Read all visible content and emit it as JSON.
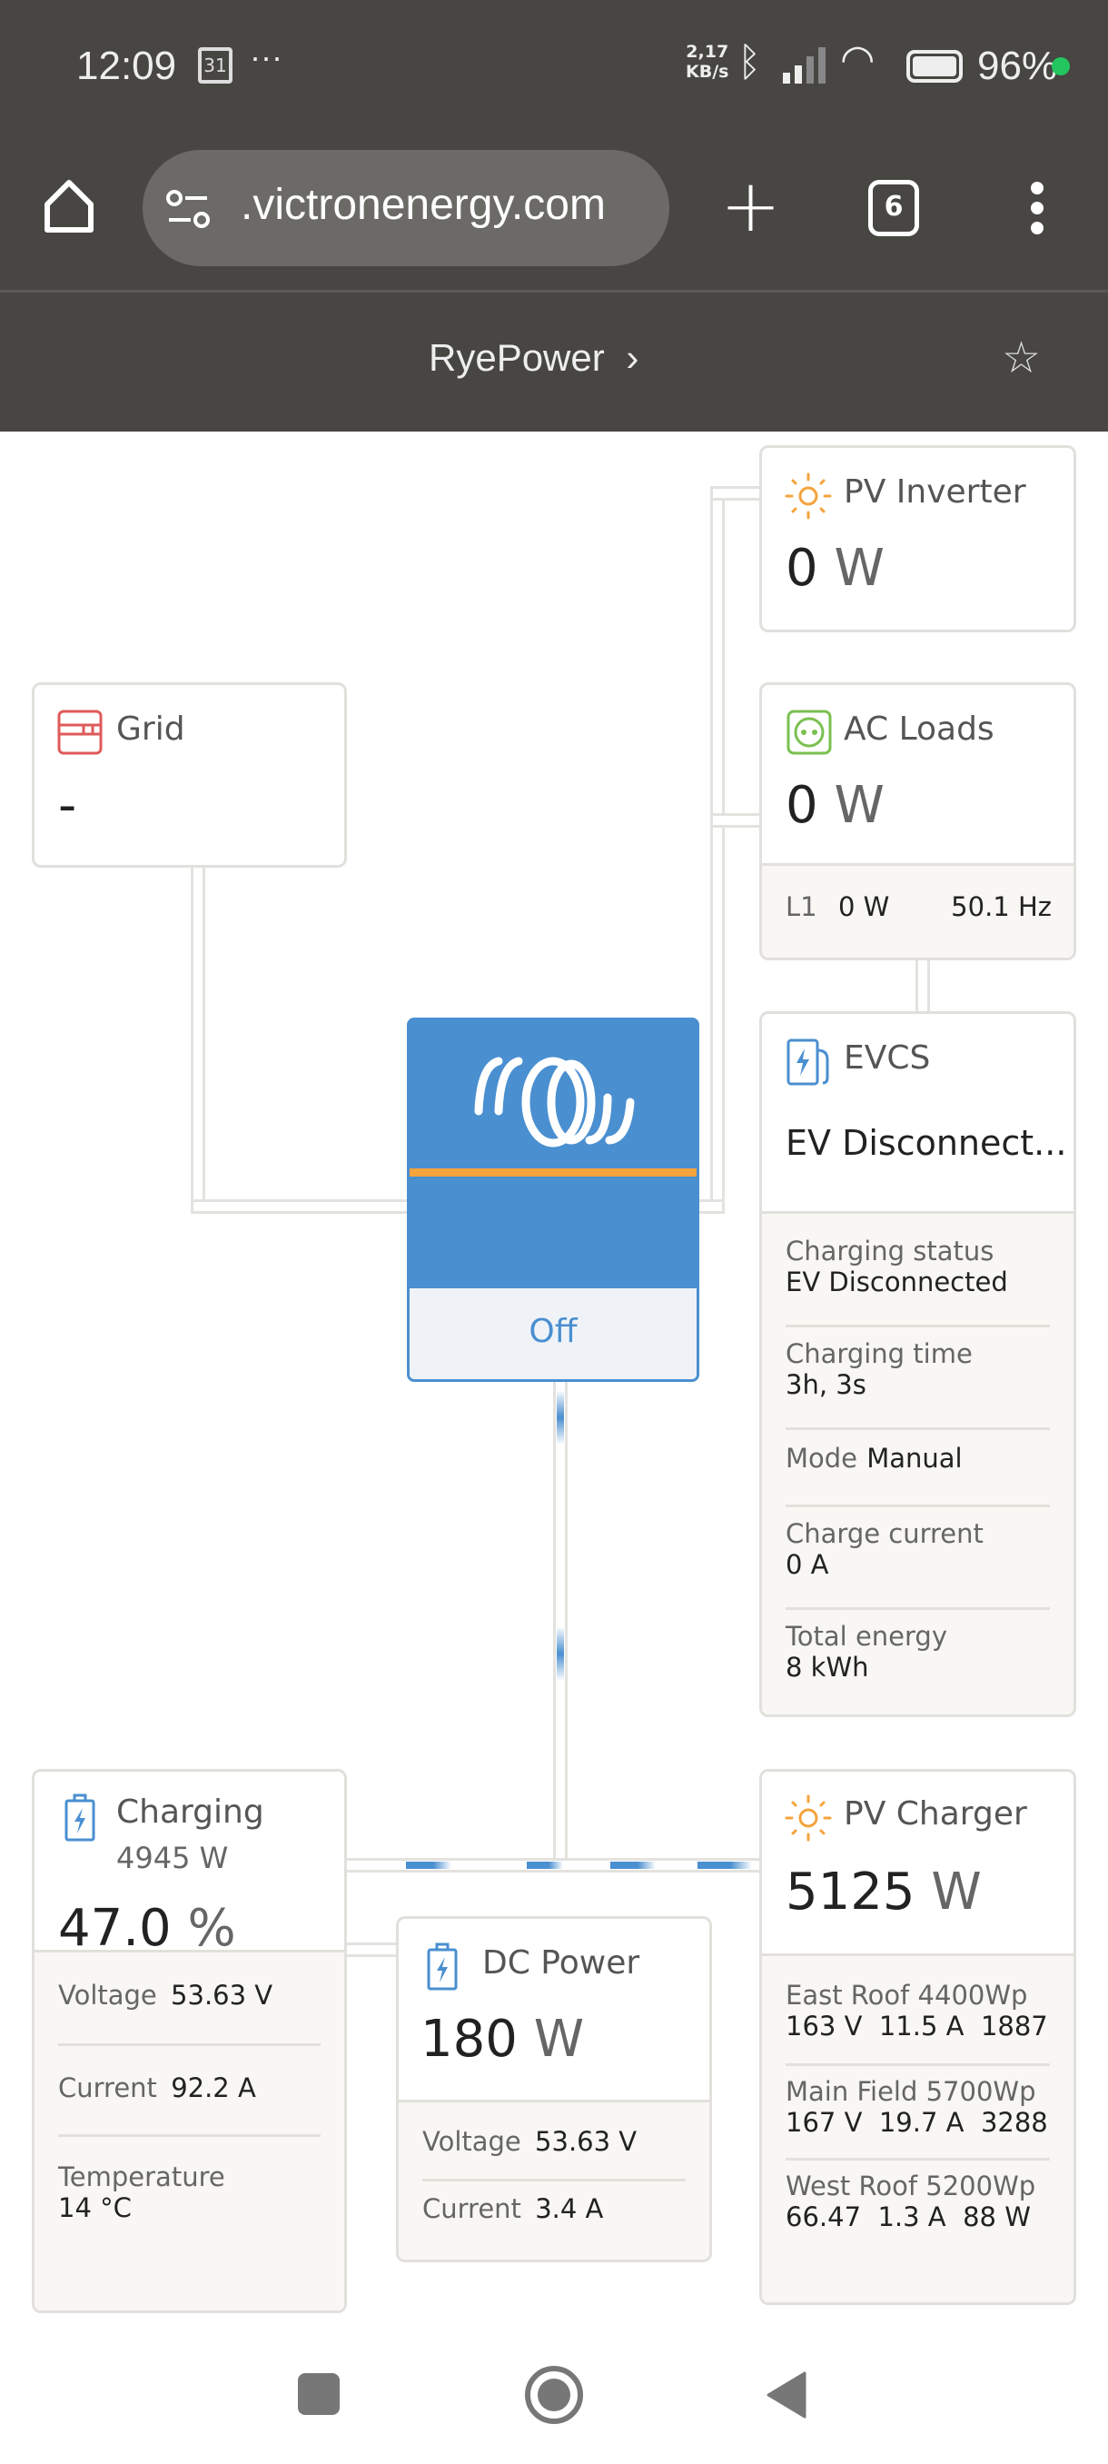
{
  "status_bar": {
    "time": "12:09",
    "calendar_day": "31",
    "overflow": "···",
    "net_speed_value": "2,17",
    "net_speed_unit": "KB/s",
    "battery": "96%",
    "dot_color": "#22c55e"
  },
  "browser": {
    "url": ".victronenergy.com",
    "tab_count": "6",
    "page_title": "RyePower",
    "page_title_chevron": "›"
  },
  "colors": {
    "accent": "#4a8fd0",
    "orange": "#f5a33c",
    "grid_red": "#e05a5a",
    "loads_green": "#7ac050"
  },
  "pv_inverter": {
    "title": "PV Inverter",
    "value": "0",
    "unit": "W"
  },
  "grid": {
    "title": "Grid",
    "value": "-"
  },
  "ac_loads": {
    "title": "AC Loads",
    "value": "0",
    "unit": "W",
    "phase": "L1",
    "phase_power": "0 W",
    "frequency": "50.1 Hz"
  },
  "evcs": {
    "title": "EVCS",
    "status": "EV Disconnect...",
    "details": [
      {
        "label": "Charging status",
        "value": "EV Disconnected"
      },
      {
        "label": "Charging time",
        "value": "3h, 3s"
      },
      {
        "label": "Mode",
        "value": "Manual"
      },
      {
        "label": "Charge current",
        "value": "0 A"
      },
      {
        "label": "Total energy",
        "value": "8 kWh"
      }
    ]
  },
  "inverter": {
    "state": "Off"
  },
  "battery": {
    "title": "Charging",
    "power": "4945 W",
    "soc": "47.0",
    "soc_unit": "%",
    "voltage_label": "Voltage",
    "voltage": "53.63 V",
    "current_label": "Current",
    "current": "92.2 A",
    "temperature_label": "Temperature",
    "temperature": "14 °C"
  },
  "dc_power": {
    "title": "DC Power",
    "value": "180",
    "unit": "W",
    "voltage_label": "Voltage",
    "voltage": "53.63 V",
    "current_label": "Current",
    "current": "3.4 A"
  },
  "pv_charger": {
    "title": "PV Charger",
    "value": "5125",
    "unit": "W",
    "trackers": [
      {
        "name": "East Roof 4400Wp",
        "voltage": "163 V",
        "current": "11.5 A",
        "power": "1887"
      },
      {
        "name": "Main Field 5700Wp",
        "voltage": "167 V",
        "current": "19.7 A",
        "power": "3288"
      },
      {
        "name": "West Roof 5200Wp",
        "voltage": "66.47",
        "current": "1.3 A",
        "power": "88 W"
      }
    ]
  }
}
